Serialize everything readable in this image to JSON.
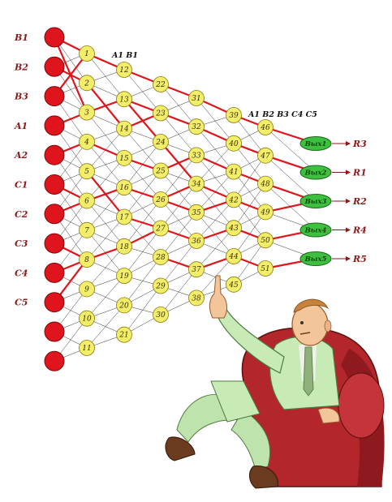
{
  "input_labels": [
    "B1",
    "B2",
    "B3",
    "A1",
    "A2",
    "C1",
    "C2",
    "C3",
    "C4",
    "C5",
    "",
    ""
  ],
  "hidden_layers": [
    [
      "1",
      "2",
      "3",
      "4",
      "5",
      "6",
      "7",
      "8",
      "9",
      "10",
      "11"
    ],
    [
      "12",
      "13",
      "14",
      "15",
      "16",
      "17",
      "18",
      "19",
      "20",
      "21"
    ],
    [
      "22",
      "23",
      "24",
      "25",
      "26",
      "27",
      "28",
      "29",
      "30"
    ],
    [
      "31",
      "32",
      "33",
      "34",
      "35",
      "36",
      "37",
      "38"
    ],
    [
      "39",
      "40",
      "41",
      "42",
      "43",
      "44",
      "45"
    ],
    [
      "46",
      "47",
      "48",
      "49",
      "50",
      "51"
    ]
  ],
  "outputs": [
    {
      "label": "Вых1",
      "result": "R3"
    },
    {
      "label": "Вых2",
      "result": "R1"
    },
    {
      "label": "Вых3",
      "result": "R2"
    },
    {
      "label": "Вых4",
      "result": "R4"
    },
    {
      "label": "Вых5",
      "result": "R5"
    }
  ],
  "annotations": {
    "top_left": "A1 B1",
    "top_right": "A1 B2 B3 C4 C5"
  },
  "colors": {
    "input_node": "#e0141c",
    "hidden_node": "#f3ee6a",
    "output_node": "#3fbf3f",
    "active_edge": "#e0141c",
    "edge": "#333333"
  }
}
